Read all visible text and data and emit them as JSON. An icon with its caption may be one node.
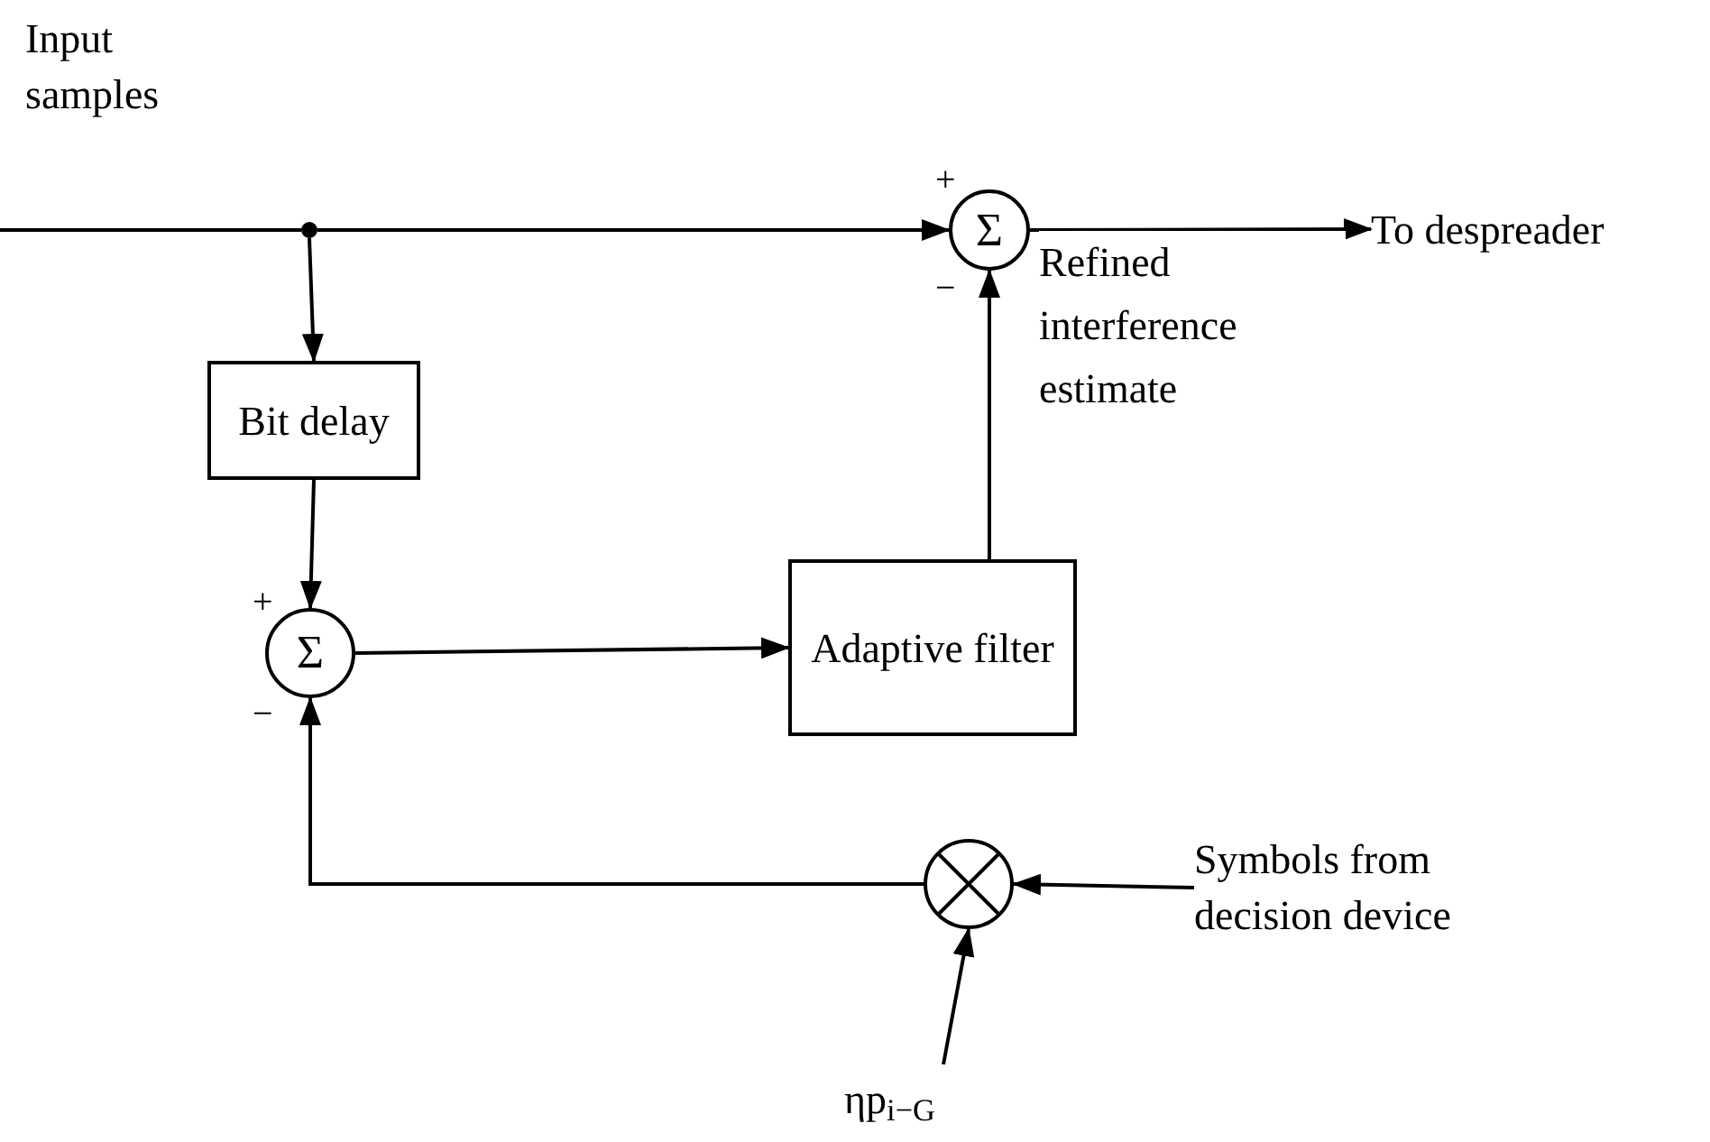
{
  "diagram": {
    "nodes": [
      {
        "text": [
          "Input samples"
        ]
      },
      {
        "text": [],
        "shape": "circle"
      },
      {
        "text": [
          "Σ"
        ],
        "beside": [
          "+",
          "−"
        ]
      },
      {
        "text": [
          "To despreader"
        ]
      },
      {
        "text": [
          "Bit delay"
        ]
      },
      {
        "text": [
          "Σ"
        ],
        "beside": [
          "+",
          "−"
        ]
      },
      {
        "text": [
          "Adaptive filter"
        ]
      },
      {
        "text": [],
        "shape": "circle"
      },
      {
        "text": [
          "Symbols from decision device"
        ]
      },
      {
        "text": [
          "ηp$_{i−G}$"
        ]
      }
    ],
    "edges": [
      {
        "from": null,
        "to": 1,
        "arrow": "none"
      },
      {
        "from": 1,
        "to": 2,
        "arrow": "to"
      },
      {
        "from": 2,
        "to": 3,
        "arrow": "to"
      },
      {
        "from": 1,
        "to": 4,
        "arrow": "to"
      },
      {
        "from": 4,
        "to": 5,
        "arrow": "to"
      },
      {
        "from": 5,
        "to": 6,
        "arrow": "to"
      },
      {
        "from": 6,
        "to": 2,
        "arrow": "to",
        "label": "Refined interference estimate"
      },
      {
        "from": 7,
        "to": 5,
        "arrow": "to"
      },
      {
        "from": 8,
        "to": 7,
        "arrow": "to"
      },
      {
        "from": 9,
        "to": 7,
        "arrow": "to"
      }
    ]
  }
}
